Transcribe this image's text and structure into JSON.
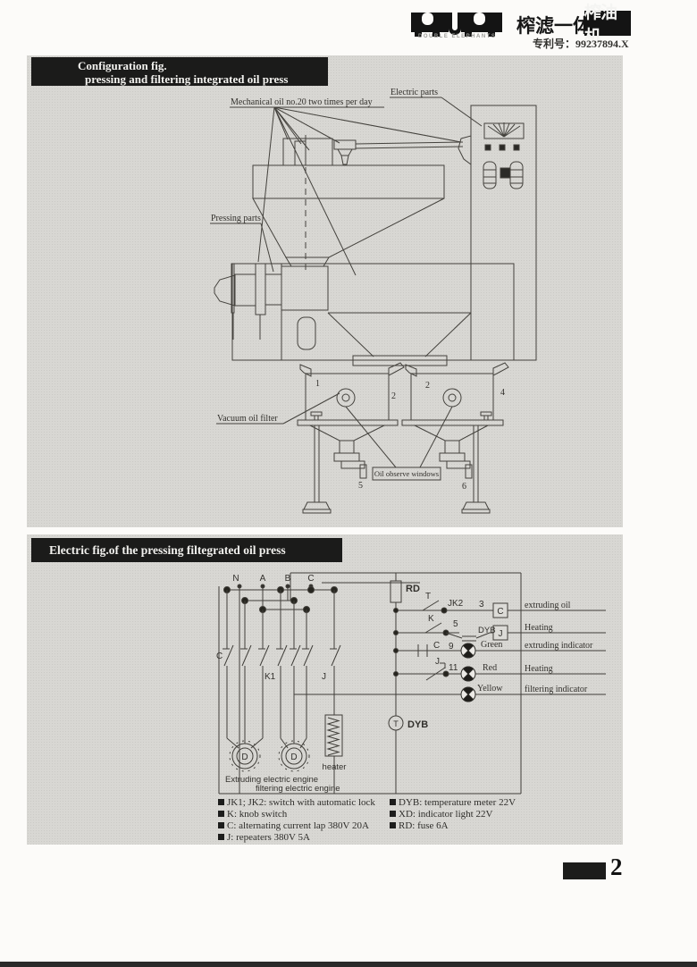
{
  "header": {
    "logo_caption": "DOUBLE ELEPHANTS",
    "brand": "榨滤一体化",
    "brand_highlight": "榨油机",
    "patent": "专利号：99237894.X"
  },
  "panel1": {
    "title_line1": "Configuration fig.",
    "title_line2": "pressing and filtering integrated oil press",
    "labels": {
      "mechanical_oil": "Mechanical oil no.20 two times per day",
      "electric_parts": "Electric parts",
      "pressing_parts": "Pressing parts",
      "vacuum_filter": "Vacuum oil filter",
      "oil_windows": "Oil observe windows",
      "num1": "1",
      "num2_left": "2",
      "num2_right": "2",
      "num4": "4",
      "num5": "5",
      "num6": "6"
    }
  },
  "panel2": {
    "title": "Electric fig.of the pressing filtegrated oil press",
    "circuit": {
      "phases": [
        "N",
        "A",
        "B",
        "C"
      ],
      "contactor": "C",
      "k1": "K1",
      "j": "J",
      "rd": "RD",
      "heater": "heater",
      "motor_letter": "D",
      "motor1_caption": "Extruding electric engine",
      "motor2_caption": "filtering electric engine",
      "meter_t": "T",
      "meter_name": "DYB",
      "rows": [
        {
          "sw": "T",
          "relay": "JK2",
          "num": "3",
          "box": "C",
          "color": "",
          "desc": "extruding oil"
        },
        {
          "sw": "K",
          "relay": "DYB",
          "num": "5",
          "box": "J",
          "color": "",
          "desc": "Heating"
        },
        {
          "sw": "C",
          "relay": "",
          "num": "9",
          "box": "",
          "color": "Green",
          "desc": "extruding indicator"
        },
        {
          "sw": "J",
          "relay": "",
          "num": "11",
          "box": "",
          "color": "Red",
          "desc": "Heating"
        },
        {
          "sw": "",
          "relay": "",
          "num": "",
          "box": "",
          "color": "Yellow",
          "desc": "filtering indicator"
        }
      ]
    },
    "legend_left": [
      "JK1; JK2:  switch with automatic lock",
      "K:  knob switch",
      "C:  alternating current lap 380V 20A",
      "J:  repeaters 380V 5A"
    ],
    "legend_right": [
      "DYB:  temperature meter 22V",
      "XD:  indicator light 22V",
      "RD:  fuse 6A"
    ]
  },
  "footer": {
    "page_number": "2"
  }
}
